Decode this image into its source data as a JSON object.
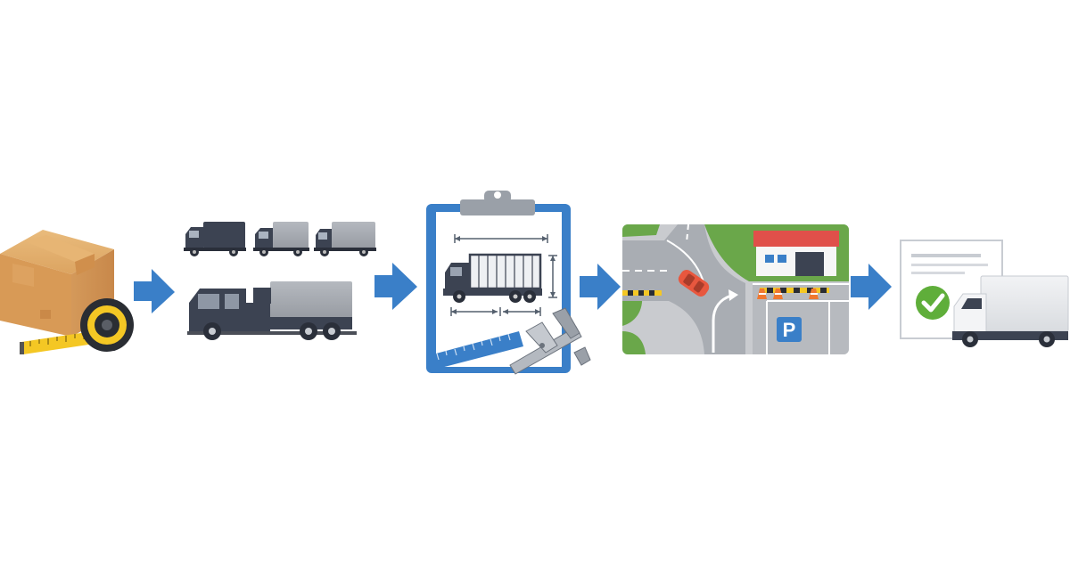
{
  "palette": {
    "arrow": "#3a7fc8",
    "truck_dark": "#3c4352",
    "truck_gray": "#a0a4aa",
    "cardboard": "#d8a363",
    "tape_yellow": "#f4c724",
    "road": "#a9adb3",
    "grass": "#6aa74a",
    "roof_red": "#e0504a",
    "parking_blue": "#3a7fc8",
    "check_green": "#5fae3a"
  },
  "steps": [
    {
      "key": "measure-cargo",
      "icons": [
        "cardboard-box-icon",
        "tape-measure-icon"
      ]
    },
    {
      "key": "choose-truck",
      "icons": [
        "small-truck-icon",
        "small-truck-icon",
        "small-truck-icon",
        "large-truck-icon"
      ]
    },
    {
      "key": "check-dimensions",
      "icons": [
        "clipboard-icon",
        "truck-diagram-icon",
        "ruler-icon",
        "caliper-icon"
      ]
    },
    {
      "key": "plan-access-route",
      "icons": [
        "site-map-icon",
        "car-icon",
        "traffic-cone-icon",
        "building-icon",
        "parking-sign-icon"
      ]
    },
    {
      "key": "delivery-confirmed",
      "icons": [
        "document-icon",
        "check-mark-icon",
        "delivery-truck-icon"
      ]
    }
  ],
  "map": {
    "parking_sign": "P"
  }
}
